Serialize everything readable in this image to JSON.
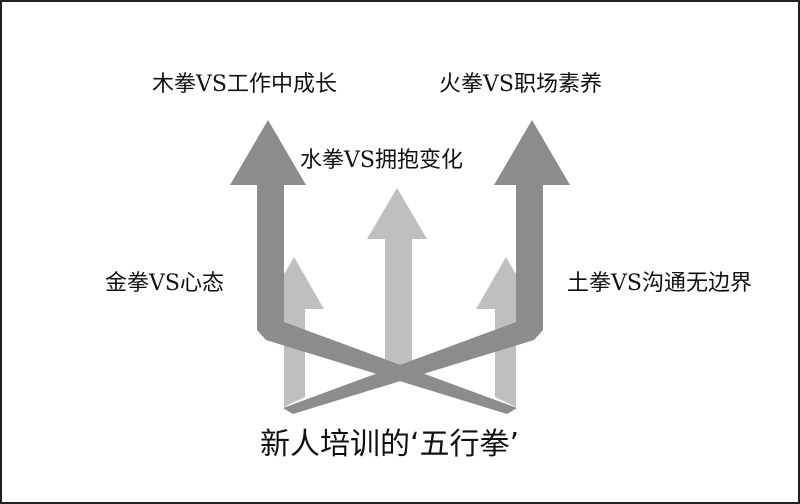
{
  "labels": {
    "wood": "木拳VS工作中成长",
    "fire": "火拳VS职场素养",
    "water": "水拳VS拥抱变化",
    "metal": "金拳VS心态",
    "earth": "土拳VS沟通无边界"
  },
  "title": "新人培训的‘五行拳’",
  "colors": {
    "dark_arrow": "#8c8c8c",
    "light_arrow": "#bfbfbf"
  }
}
